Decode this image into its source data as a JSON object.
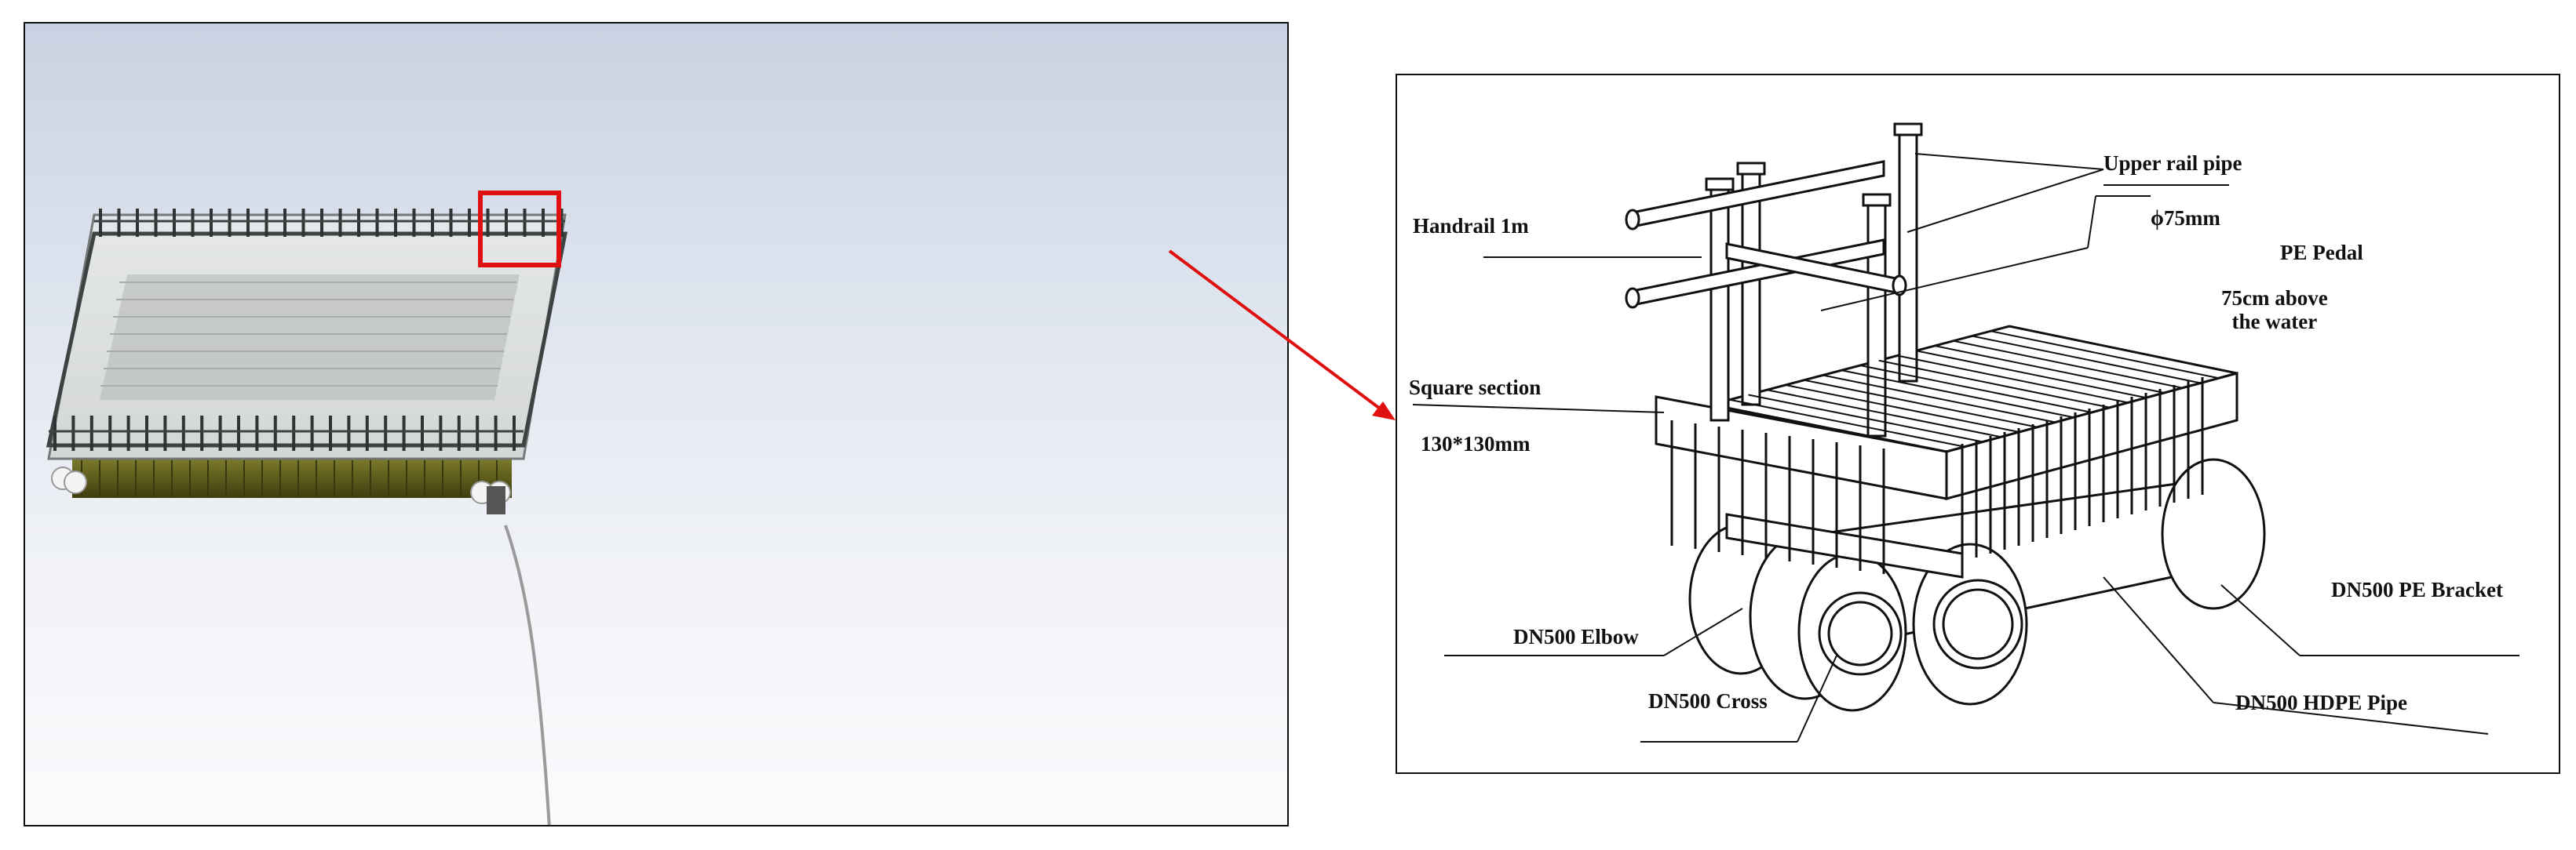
{
  "labels": {
    "upper_rail_pipe": "Upper rail pipe",
    "pipe_diameter": "ϕ75mm",
    "handrail": "Handrail 1m",
    "pe_pedal": "PE Pedal",
    "height_above_water": "75cm above\nthe water",
    "square_section": "Square section",
    "square_dims": "130*130mm",
    "pe_bracket": "DN500 PE Bracket",
    "elbow": "DN500 Elbow",
    "cross": "DN500 Cross",
    "hdpe_pipe": "DN500 HDPE Pipe"
  },
  "colors": {
    "highlight": "#e01010",
    "deck": "#c8cbc8",
    "pontoon": "#6a6a22",
    "line": "#111111"
  },
  "icons": {
    "callout_arrow": "arrow-right"
  }
}
